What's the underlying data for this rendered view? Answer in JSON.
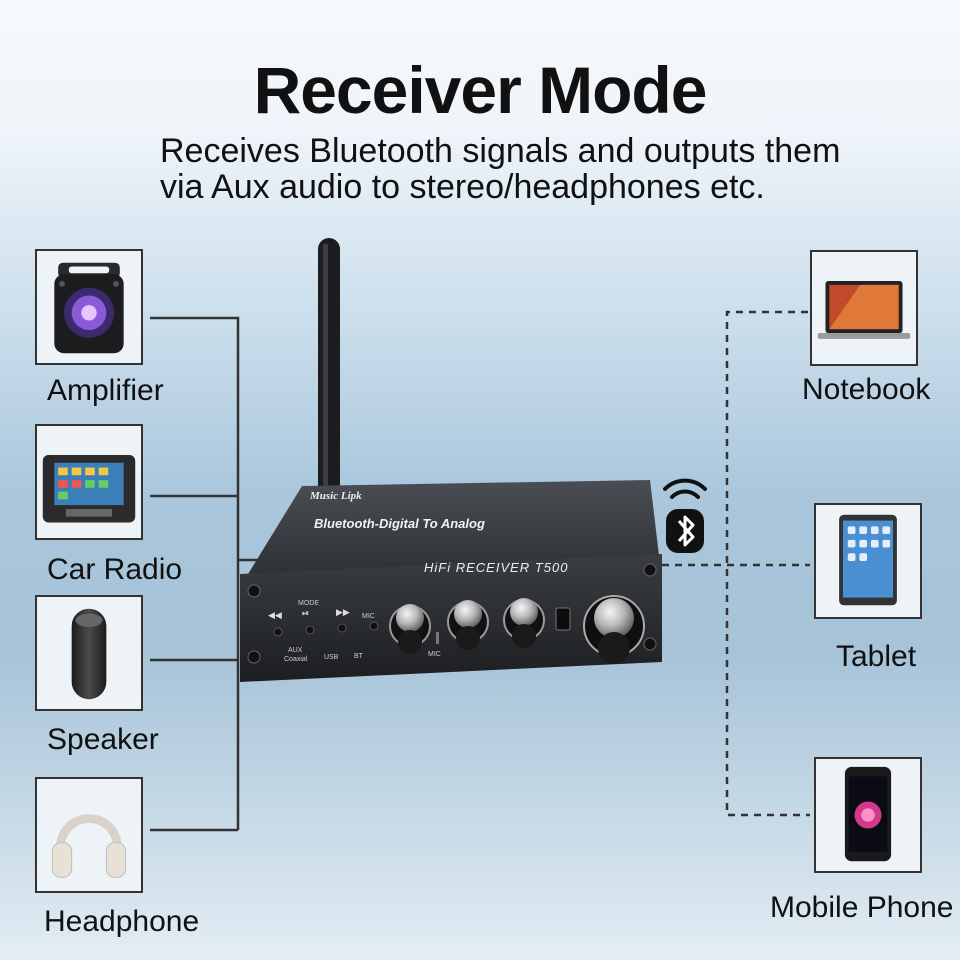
{
  "header": {
    "title": "Receiver Mode",
    "subtitle_line1": "Receives Bluetooth signals and outputs them",
    "subtitle_line2": "via Aux audio to stereo/headphones etc."
  },
  "outputs": [
    {
      "label": "Amplifier",
      "icon": "portable-speaker-icon"
    },
    {
      "label": "Car Radio",
      "icon": "car-radio-icon"
    },
    {
      "label": "Speaker",
      "icon": "cylinder-speaker-icon"
    },
    {
      "label": "Headphone",
      "icon": "headphone-icon"
    }
  ],
  "inputs": [
    {
      "label": "Notebook",
      "icon": "laptop-icon"
    },
    {
      "label": "Tablet",
      "icon": "tablet-icon"
    },
    {
      "label": "Mobile Phone",
      "icon": "phone-icon"
    }
  ],
  "device": {
    "brand": "Music Lipk",
    "top_text": "Bluetooth-Digital To Analog",
    "model": "HiFi  RECEIVER  T500",
    "mode_label": "MODE",
    "mic_label": "MIC",
    "aux_label": "AUX",
    "coaxial_label": "Coaxial",
    "usb_label": "USB",
    "bt_label": "BT",
    "mic_jack_label": "MIC"
  },
  "bluetooth_icon": "bluetooth-signal-icon",
  "colors": {
    "frame_border": "#333333",
    "device_body": "#2a2d31",
    "antenna": "#1c1d1f"
  }
}
